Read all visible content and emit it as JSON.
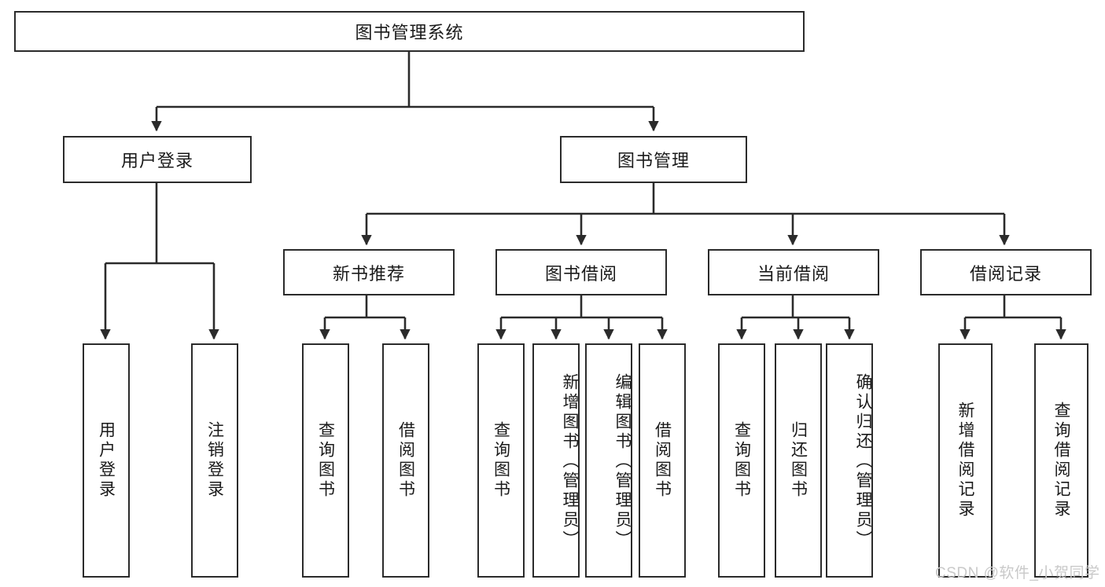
{
  "diagram": {
    "type": "tree-hierarchy",
    "title": "图书管理系统",
    "watermark": "CSDN @软件_小贺同学",
    "colors": {
      "stroke": "#2b2b2b",
      "fill": "#ffffff",
      "text": "#1a1a1a",
      "watermark": "#c9c9c9"
    },
    "nodes": {
      "root": {
        "label": "图书管理系统"
      },
      "level2": [
        {
          "id": "user-login",
          "label": "用户登录"
        },
        {
          "id": "book-management",
          "label": "图书管理"
        }
      ],
      "level3": [
        {
          "id": "new-book-recommend",
          "label": "新书推荐"
        },
        {
          "id": "book-borrow",
          "label": "图书借阅"
        },
        {
          "id": "current-borrow",
          "label": "当前借阅"
        },
        {
          "id": "borrow-record",
          "label": "借阅记录"
        }
      ],
      "leaves": {
        "user-login": [
          {
            "id": "leaf-user-login",
            "label": "用户登录"
          },
          {
            "id": "leaf-logout-login",
            "label": "注销登录"
          }
        ],
        "new-book-recommend": [
          {
            "id": "leaf-query-book-1",
            "label": "查询图书"
          },
          {
            "id": "leaf-borrow-book-1",
            "label": "借阅图书"
          }
        ],
        "book-borrow": [
          {
            "id": "leaf-query-book-2",
            "label": "查询图书"
          },
          {
            "id": "leaf-add-book",
            "label": "新增图书（管理员）"
          },
          {
            "id": "leaf-edit-book",
            "label": "编辑图书（管理员）"
          },
          {
            "id": "leaf-borrow-book-2",
            "label": "借阅图书"
          }
        ],
        "current-borrow": [
          {
            "id": "leaf-query-book-3",
            "label": "查询图书"
          },
          {
            "id": "leaf-return-book",
            "label": "归还图书"
          },
          {
            "id": "leaf-confirm-return",
            "label": "确认归还（管理员）"
          }
        ],
        "borrow-record": [
          {
            "id": "leaf-add-record",
            "label": "新增借阅记录"
          },
          {
            "id": "leaf-query-record",
            "label": "查询借阅记录"
          }
        ]
      }
    }
  }
}
